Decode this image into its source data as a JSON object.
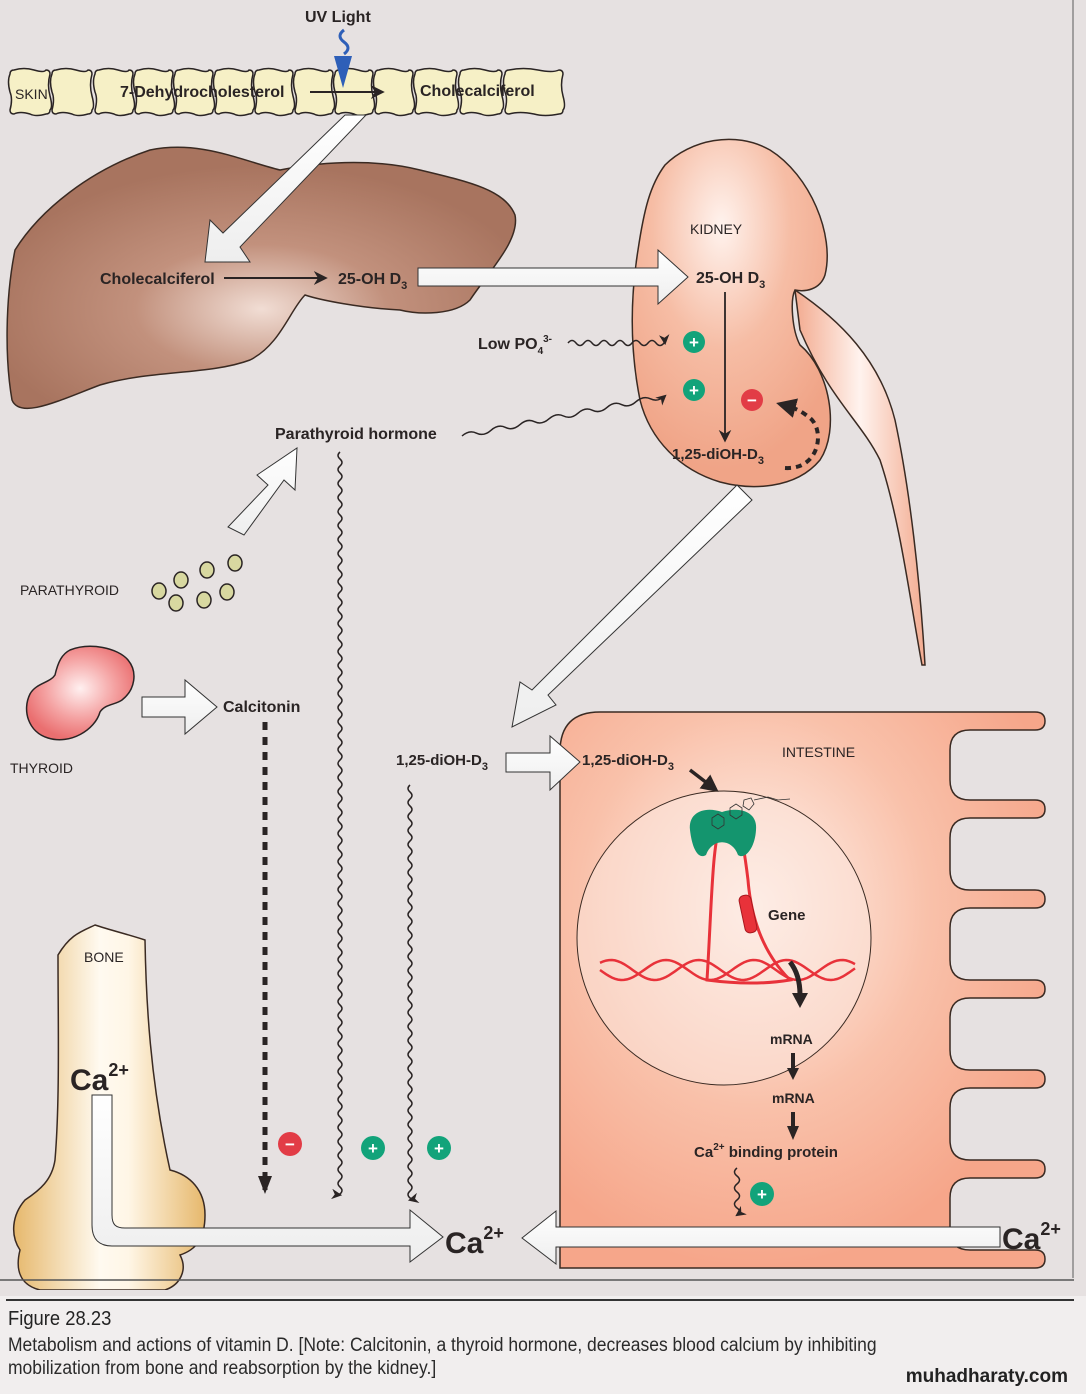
{
  "colors": {
    "background": "#e6e1e1",
    "skin_cell": "#f6f0c6",
    "liver": "#b07d68",
    "kidney": "#f3b398",
    "intestine": "#f6a98e",
    "bone": "#e9c27e",
    "thyroid": "#ef7c7c",
    "parathyroid": "#d8d8a0",
    "plus_badge": "#12a37a",
    "minus_badge": "#e23c46",
    "uv_arrow": "#2e5fb8",
    "receptor": "#14956e",
    "dna": "#e8323a"
  },
  "skin": {
    "label": "SKIN",
    "precursor": "7-Dehydrocholesterol",
    "product": "Cholecalciferol",
    "uv_label": "UV Light"
  },
  "liver": {
    "input": "Cholecalciferol",
    "output_base": "25-OH D",
    "output_sub": "3"
  },
  "kidney": {
    "label": "KIDNEY",
    "input_base": "25-OH D",
    "input_sub": "3",
    "output_base": "1,25-diOH-D",
    "output_sub": "3",
    "low_phosphate_base": "Low PO",
    "low_phosphate_sub": "4",
    "low_phosphate_sup": "3-",
    "badges": [
      "+",
      "+",
      "−"
    ]
  },
  "parathyroid": {
    "label": "PARATHYROID",
    "hormone": "Parathyroid hormone"
  },
  "thyroid": {
    "label": "THYROID",
    "hormone": "Calcitonin"
  },
  "circulation": {
    "vitd_base": "1,25-diOH-D",
    "vitd_sub": "3"
  },
  "intestine": {
    "label": "INTESTINE",
    "vitd_base": "1,25-diOH-D",
    "vitd_sub": "3",
    "gene": "Gene",
    "mrna_1": "mRNA",
    "mrna_2": "mRNA",
    "protein_base": "Ca",
    "protein_sup": "2+",
    "protein_rest": " binding protein",
    "badge": "+"
  },
  "bone": {
    "label": "BONE",
    "ca_base": "Ca",
    "ca_sup": "2+",
    "badges": [
      "−",
      "+",
      "+"
    ]
  },
  "blood": {
    "ca_base": "Ca",
    "ca_sup": "2+"
  },
  "lumen": {
    "ca_base": "Ca",
    "ca_sup": "2+"
  },
  "caption": {
    "title": "Figure 28.23",
    "text": "Metabolism and actions of vitamin D. [Note: Calcitonin, a thyroid hormone, decreases blood calcium by inhibiting mobilization from bone and reabsorption by the kidney.]",
    "watermark": "muhadharaty.com"
  }
}
